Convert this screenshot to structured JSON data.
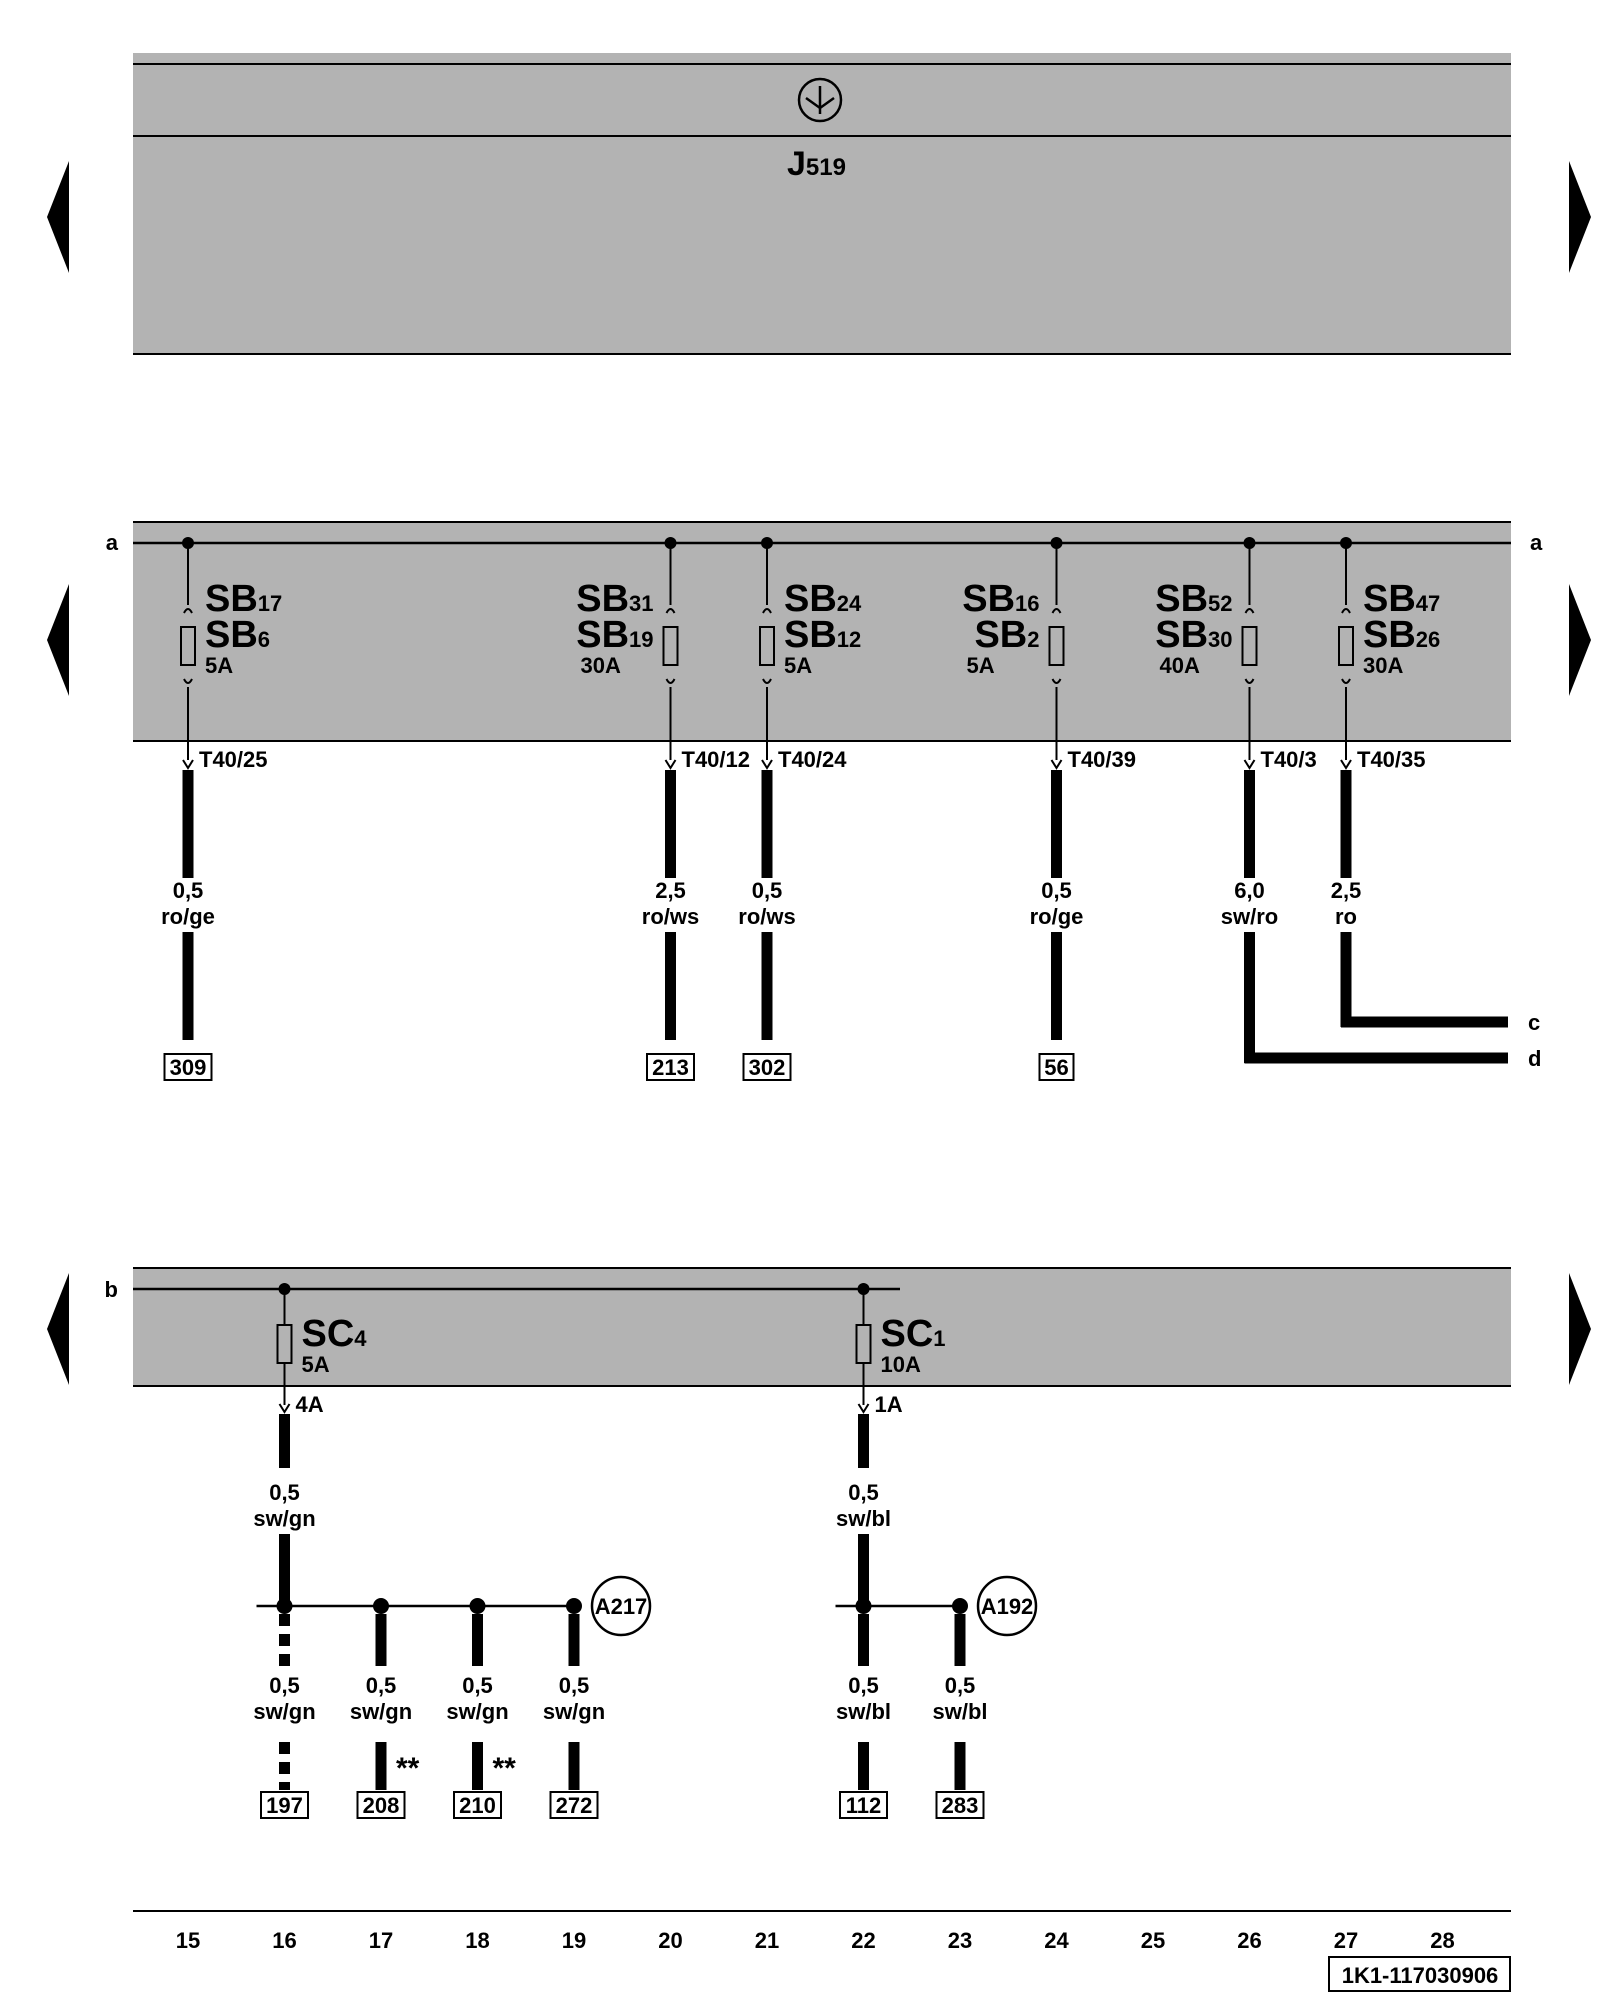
{
  "module": {
    "main": "J",
    "sub": "519"
  },
  "nav_arrows": {
    "left": "previous-page",
    "right": "next-page"
  },
  "rail_a": {
    "edge_left": "a",
    "edge_right": "a",
    "fuses": [
      {
        "col": 15,
        "upper_main": "SB",
        "upper_sub": "17",
        "lower_main": "SB",
        "lower_sub": "6",
        "amp": "5A",
        "side": "right",
        "connector": "T40/25",
        "wire_gauge": "0,5",
        "wire_color": "ro/ge",
        "target": "309"
      },
      {
        "col": 20,
        "upper_main": "SB",
        "upper_sub": "31",
        "lower_main": "SB",
        "lower_sub": "19",
        "amp": "30A",
        "side": "left",
        "connector": "T40/12",
        "wire_gauge": "2,5",
        "wire_color": "ro/ws",
        "target": "213"
      },
      {
        "col": 21,
        "upper_main": "SB",
        "upper_sub": "24",
        "lower_main": "SB",
        "lower_sub": "12",
        "amp": "5A",
        "side": "right",
        "connector": "T40/24",
        "wire_gauge": "0,5",
        "wire_color": "ro/ws",
        "target": "302"
      },
      {
        "col": 24,
        "upper_main": "SB",
        "upper_sub": "16",
        "lower_main": "SB",
        "lower_sub": "2",
        "amp": "5A",
        "side": "left",
        "connector": "T40/39",
        "wire_gauge": "0,5",
        "wire_color": "ro/ge",
        "target": "56"
      },
      {
        "col": 26,
        "upper_main": "SB",
        "upper_sub": "52",
        "lower_main": "SB",
        "lower_sub": "30",
        "amp": "40A",
        "side": "left",
        "connector": "T40/3",
        "wire_gauge": "6,0",
        "wire_color": "sw/ro",
        "target": "d"
      },
      {
        "col": 27,
        "upper_main": "SB",
        "upper_sub": "47",
        "lower_main": "SB",
        "lower_sub": "26",
        "amp": "30A",
        "side": "right",
        "connector": "T40/35",
        "wire_gauge": "2,5",
        "wire_color": "ro",
        "target": "c"
      }
    ],
    "edge_targets": [
      "c",
      "d"
    ]
  },
  "rail_b": {
    "edge_left": "b",
    "fuses": [
      {
        "col": 16,
        "main": "SC",
        "sub": "4",
        "amp": "5A",
        "connector": "4A",
        "wire_gauge": "0,5",
        "wire_color": "sw/gn",
        "junction": "A217",
        "branches": [
          {
            "col": 16,
            "gauge": "0,5",
            "color": "sw/gn",
            "target": "197",
            "dashed": true,
            "note": ""
          },
          {
            "col": 17,
            "gauge": "0,5",
            "color": "sw/gn",
            "target": "208",
            "dashed": false,
            "note": "**"
          },
          {
            "col": 18,
            "gauge": "0,5",
            "color": "sw/gn",
            "target": "210",
            "dashed": false,
            "note": "**"
          },
          {
            "col": 19,
            "gauge": "0,5",
            "color": "sw/gn",
            "target": "272",
            "dashed": false,
            "note": ""
          }
        ]
      },
      {
        "col": 22,
        "main": "SC",
        "sub": "1",
        "amp": "10A",
        "connector": "1A",
        "wire_gauge": "0,5",
        "wire_color": "sw/bl",
        "junction": "A192",
        "branches": [
          {
            "col": 22,
            "gauge": "0,5",
            "color": "sw/bl",
            "target": "112",
            "dashed": false,
            "note": ""
          },
          {
            "col": 23,
            "gauge": "0,5",
            "color": "sw/bl",
            "target": "283",
            "dashed": false,
            "note": ""
          }
        ]
      }
    ]
  },
  "columns": [
    15,
    16,
    17,
    18,
    19,
    20,
    21,
    22,
    23,
    24,
    25,
    26,
    27,
    28
  ],
  "diagram_code": "1K1-117030906",
  "colors": {
    "panel": "#b3b3b3",
    "line": "#000000",
    "background": "#ffffff"
  }
}
